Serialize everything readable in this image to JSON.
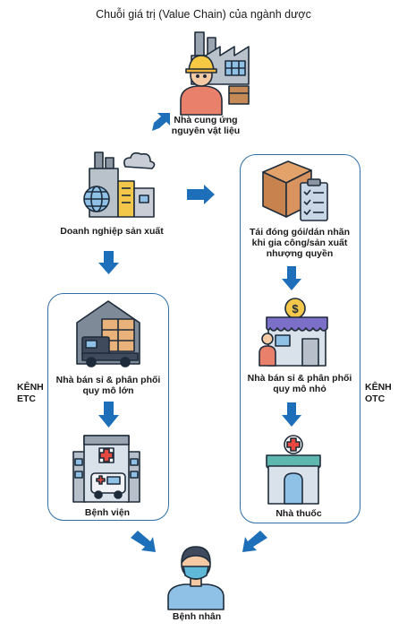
{
  "title": "Chuỗi  giá trị (Value Chain) của ngành dược",
  "nodes": {
    "supplier": "Nhà cung ứng\nnguyên vật liệu",
    "manufacturer": "Doanh nghiệp sản xuất",
    "repackager": "Tái đóng gói/dán nhãn\nkhi gia công/sản xuất\nnhượng quyền",
    "wholesaler_large": "Nhà bán sỉ & phân phối\nquy mô lớn",
    "wholesaler_small": "Nhà bán sỉ & phân phối\nquy mô nhỏ",
    "hospital": "Bệnh viện",
    "pharmacy": "Nhà thuốc",
    "patient": "Bệnh nhân"
  },
  "channels": {
    "etc": "KÊNH\nETC",
    "otc": "KÊNH\nOTC"
  },
  "icons": [
    "factory-worker-icon",
    "industrial-plant-icon",
    "package-checklist-icon",
    "warehouse-truck-icon",
    "store-dollar-icon",
    "hospital-icon",
    "pharmacy-icon",
    "masked-patient-icon"
  ],
  "colors": {
    "arrow": "#1c6fb8",
    "panel_border": "#2f6fa8",
    "outline": "#1d2b3a"
  }
}
